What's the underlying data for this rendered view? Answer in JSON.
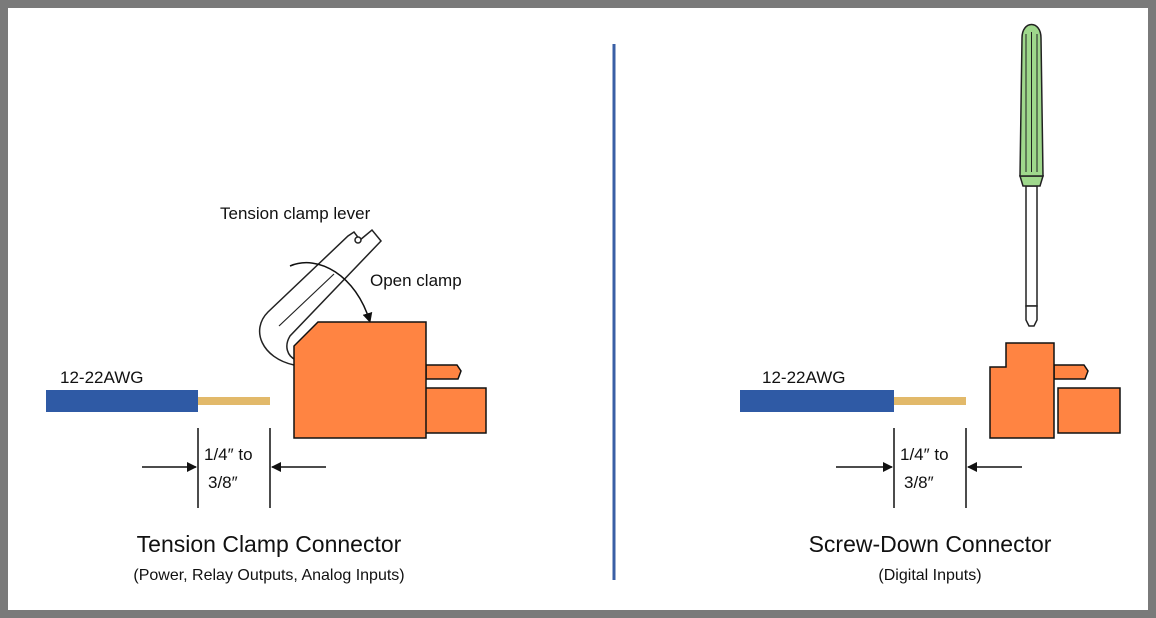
{
  "colors": {
    "border": "#7a7a7a",
    "divider": "#3a5fa5",
    "wire_insulation": "#2f5aa5",
    "wire_conductor": "#e2b96a",
    "connector": "#ff8442",
    "screwdriver_handle": "#9fd88c"
  },
  "left_panel": {
    "lever_label": "Tension clamp lever",
    "open_label": "Open clamp",
    "wire_label": "12-22AWG",
    "strip_length_line1": "1/4″ to",
    "strip_length_line2": "3/8″",
    "title": "Tension Clamp Connector",
    "subtitle": "(Power, Relay Outputs, Analog Inputs)"
  },
  "right_panel": {
    "wire_label": "12-22AWG",
    "strip_length_line1": "1/4″ to",
    "strip_length_line2": "3/8″",
    "title": "Screw-Down Connector",
    "subtitle": "(Digital Inputs)"
  },
  "icons": {
    "screwdriver": "screwdriver-icon",
    "lever": "tension-lever-icon"
  }
}
